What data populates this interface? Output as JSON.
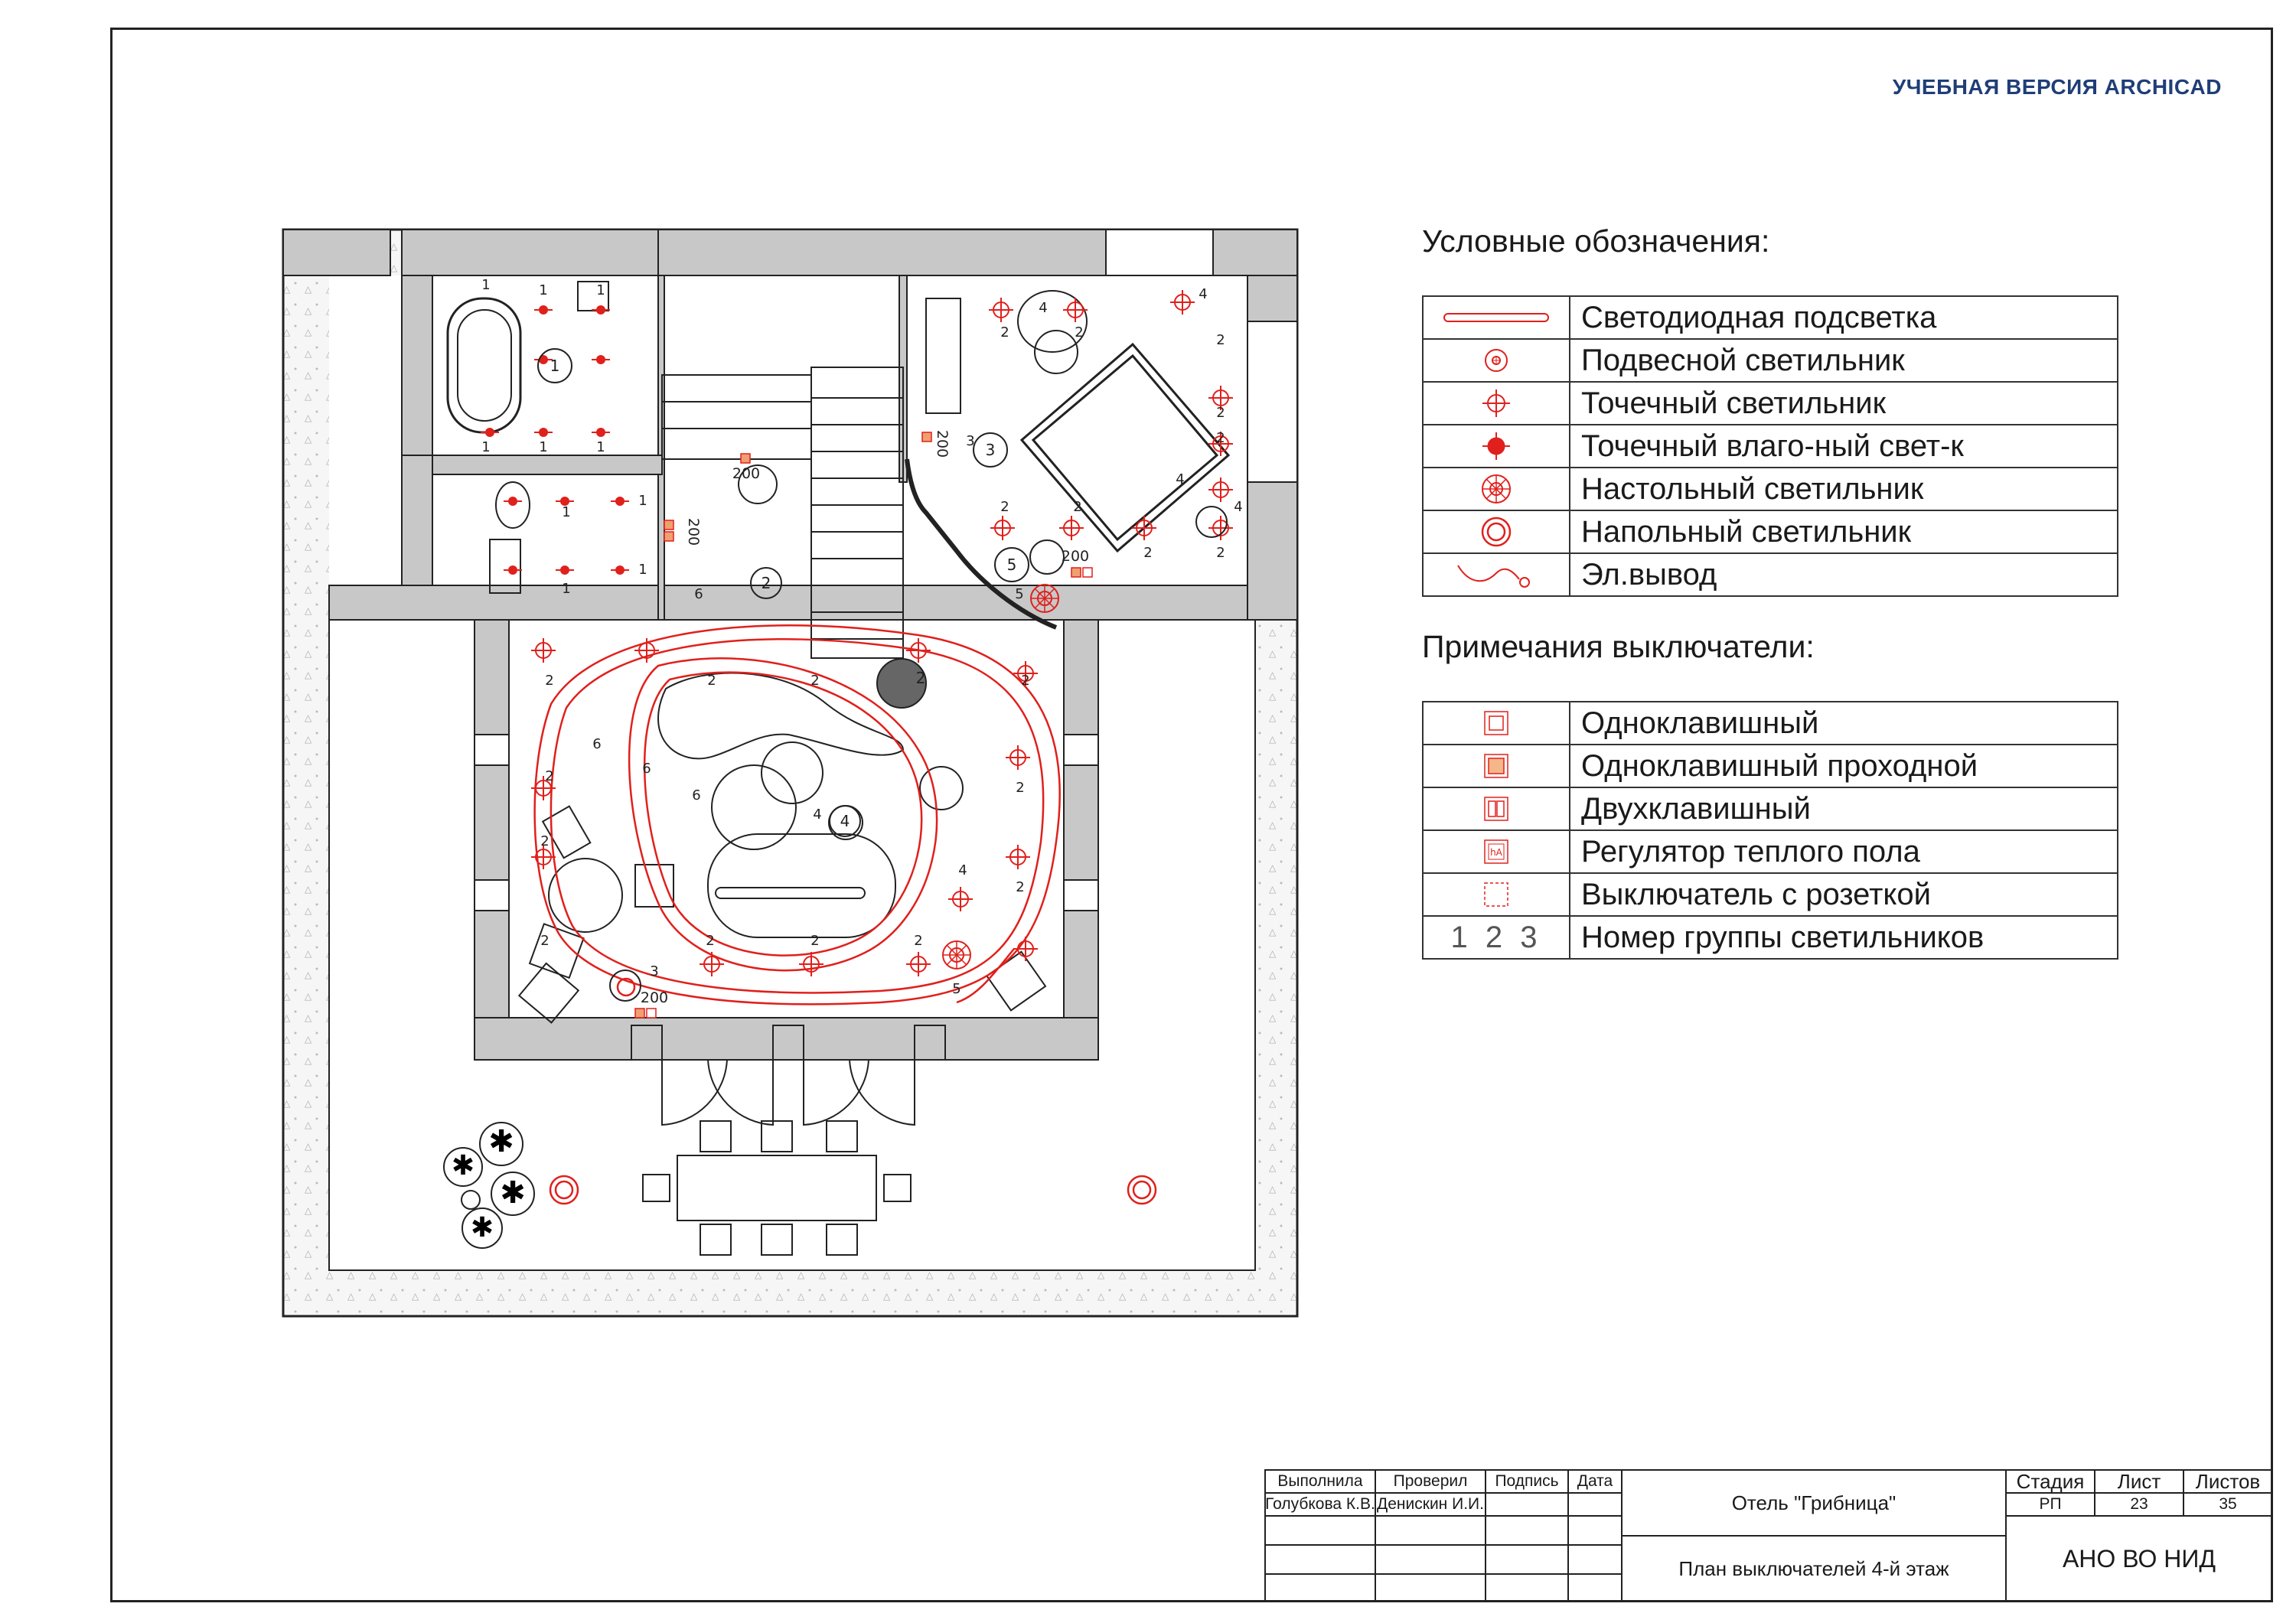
{
  "watermark": "УЧЕБНАЯ ВЕРСИЯ ARCHICAD",
  "legend": {
    "title": "Условные обозначения:",
    "items": [
      {
        "icon": "led-strip-icon",
        "label": "Светодиодная подсветка"
      },
      {
        "icon": "pendant-light-icon",
        "label": "Подвесной светильник"
      },
      {
        "icon": "spot-light-icon",
        "label": "Точечный светильник"
      },
      {
        "icon": "waterproof-spot-icon",
        "label": "Точечный влаго-ный свет-к"
      },
      {
        "icon": "table-lamp-icon",
        "label": "Настольный светильник"
      },
      {
        "icon": "floor-lamp-icon",
        "label": "Напольный светильник"
      },
      {
        "icon": "electrical-outlet-wire-icon",
        "label": "Эл.вывод"
      }
    ]
  },
  "switches": {
    "title": "Примечания выключатели:",
    "items": [
      {
        "icon": "single-switch-icon",
        "label": "Одноклавишный"
      },
      {
        "icon": "pass-through-switch-icon",
        "label": "Одноклавишный проходной"
      },
      {
        "icon": "double-switch-icon",
        "label": "Двухклавишный"
      },
      {
        "icon": "floor-heating-regulator-icon",
        "label": "Регулятор теплого пола",
        "glyph": "hA"
      },
      {
        "icon": "switch-with-socket-icon",
        "label": "Выключатель с розеткой"
      },
      {
        "icon": "group-number",
        "label": "Номер группы светильников",
        "glyph": "1 2 3"
      }
    ]
  },
  "plan": {
    "room_numbers": [
      "1",
      "2",
      "3",
      "4",
      "5"
    ],
    "group_labels": [
      "1",
      "2",
      "3",
      "4",
      "5",
      "6"
    ],
    "heights": [
      "200",
      "200",
      "200",
      "200",
      "200"
    ],
    "colors": {
      "wall": "#c8c8c8",
      "light": "#e0201c",
      "line": "#222222",
      "switch": "#f0a070"
    }
  },
  "title_block": {
    "col_performed": "Выполнила",
    "col_checked": "Проверил",
    "col_signature": "Подпись",
    "col_date": "Дата",
    "performer": "Голубкова К.В.",
    "checker": "Денискин И.И.",
    "project": "Отель \"Грибница\"",
    "sheet_title": "План выключателей 4-й этаж",
    "stage_label": "Стадия",
    "sheet_label": "Лист",
    "sheets_label": "Листов",
    "stage": "РП",
    "sheet": "23",
    "sheets": "35",
    "org": "АНО ВО НИД"
  }
}
